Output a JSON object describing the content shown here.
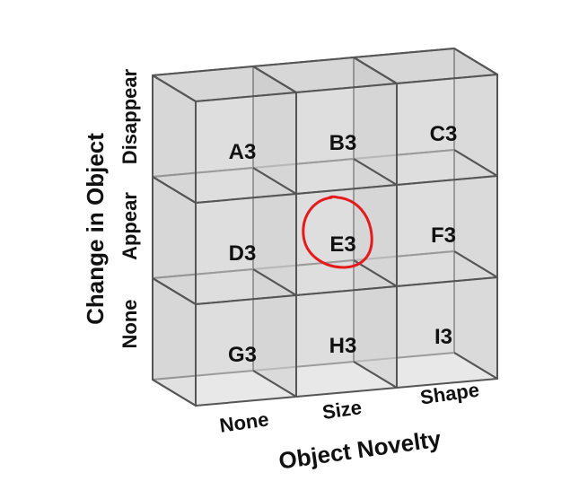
{
  "cells": [
    {
      "row": 0,
      "col": 0,
      "label": "A3"
    },
    {
      "row": 0,
      "col": 1,
      "label": "B3"
    },
    {
      "row": 0,
      "col": 2,
      "label": "C3"
    },
    {
      "row": 1,
      "col": 0,
      "label": "D3"
    },
    {
      "row": 1,
      "col": 1,
      "label": "E3",
      "highlighted": true
    },
    {
      "row": 1,
      "col": 2,
      "label": "F3"
    },
    {
      "row": 2,
      "col": 0,
      "label": "G3"
    },
    {
      "row": 2,
      "col": 1,
      "label": "H3"
    },
    {
      "row": 2,
      "col": 2,
      "label": "I3"
    }
  ],
  "x_axis": {
    "title": "Object Novelty",
    "ticks": [
      "None",
      "Size",
      "Shape"
    ]
  },
  "y_axis": {
    "title": "Change in Object",
    "ticks": [
      "Disappear",
      "Appear",
      "None"
    ]
  },
  "highlight_color": "#e41a1c"
}
